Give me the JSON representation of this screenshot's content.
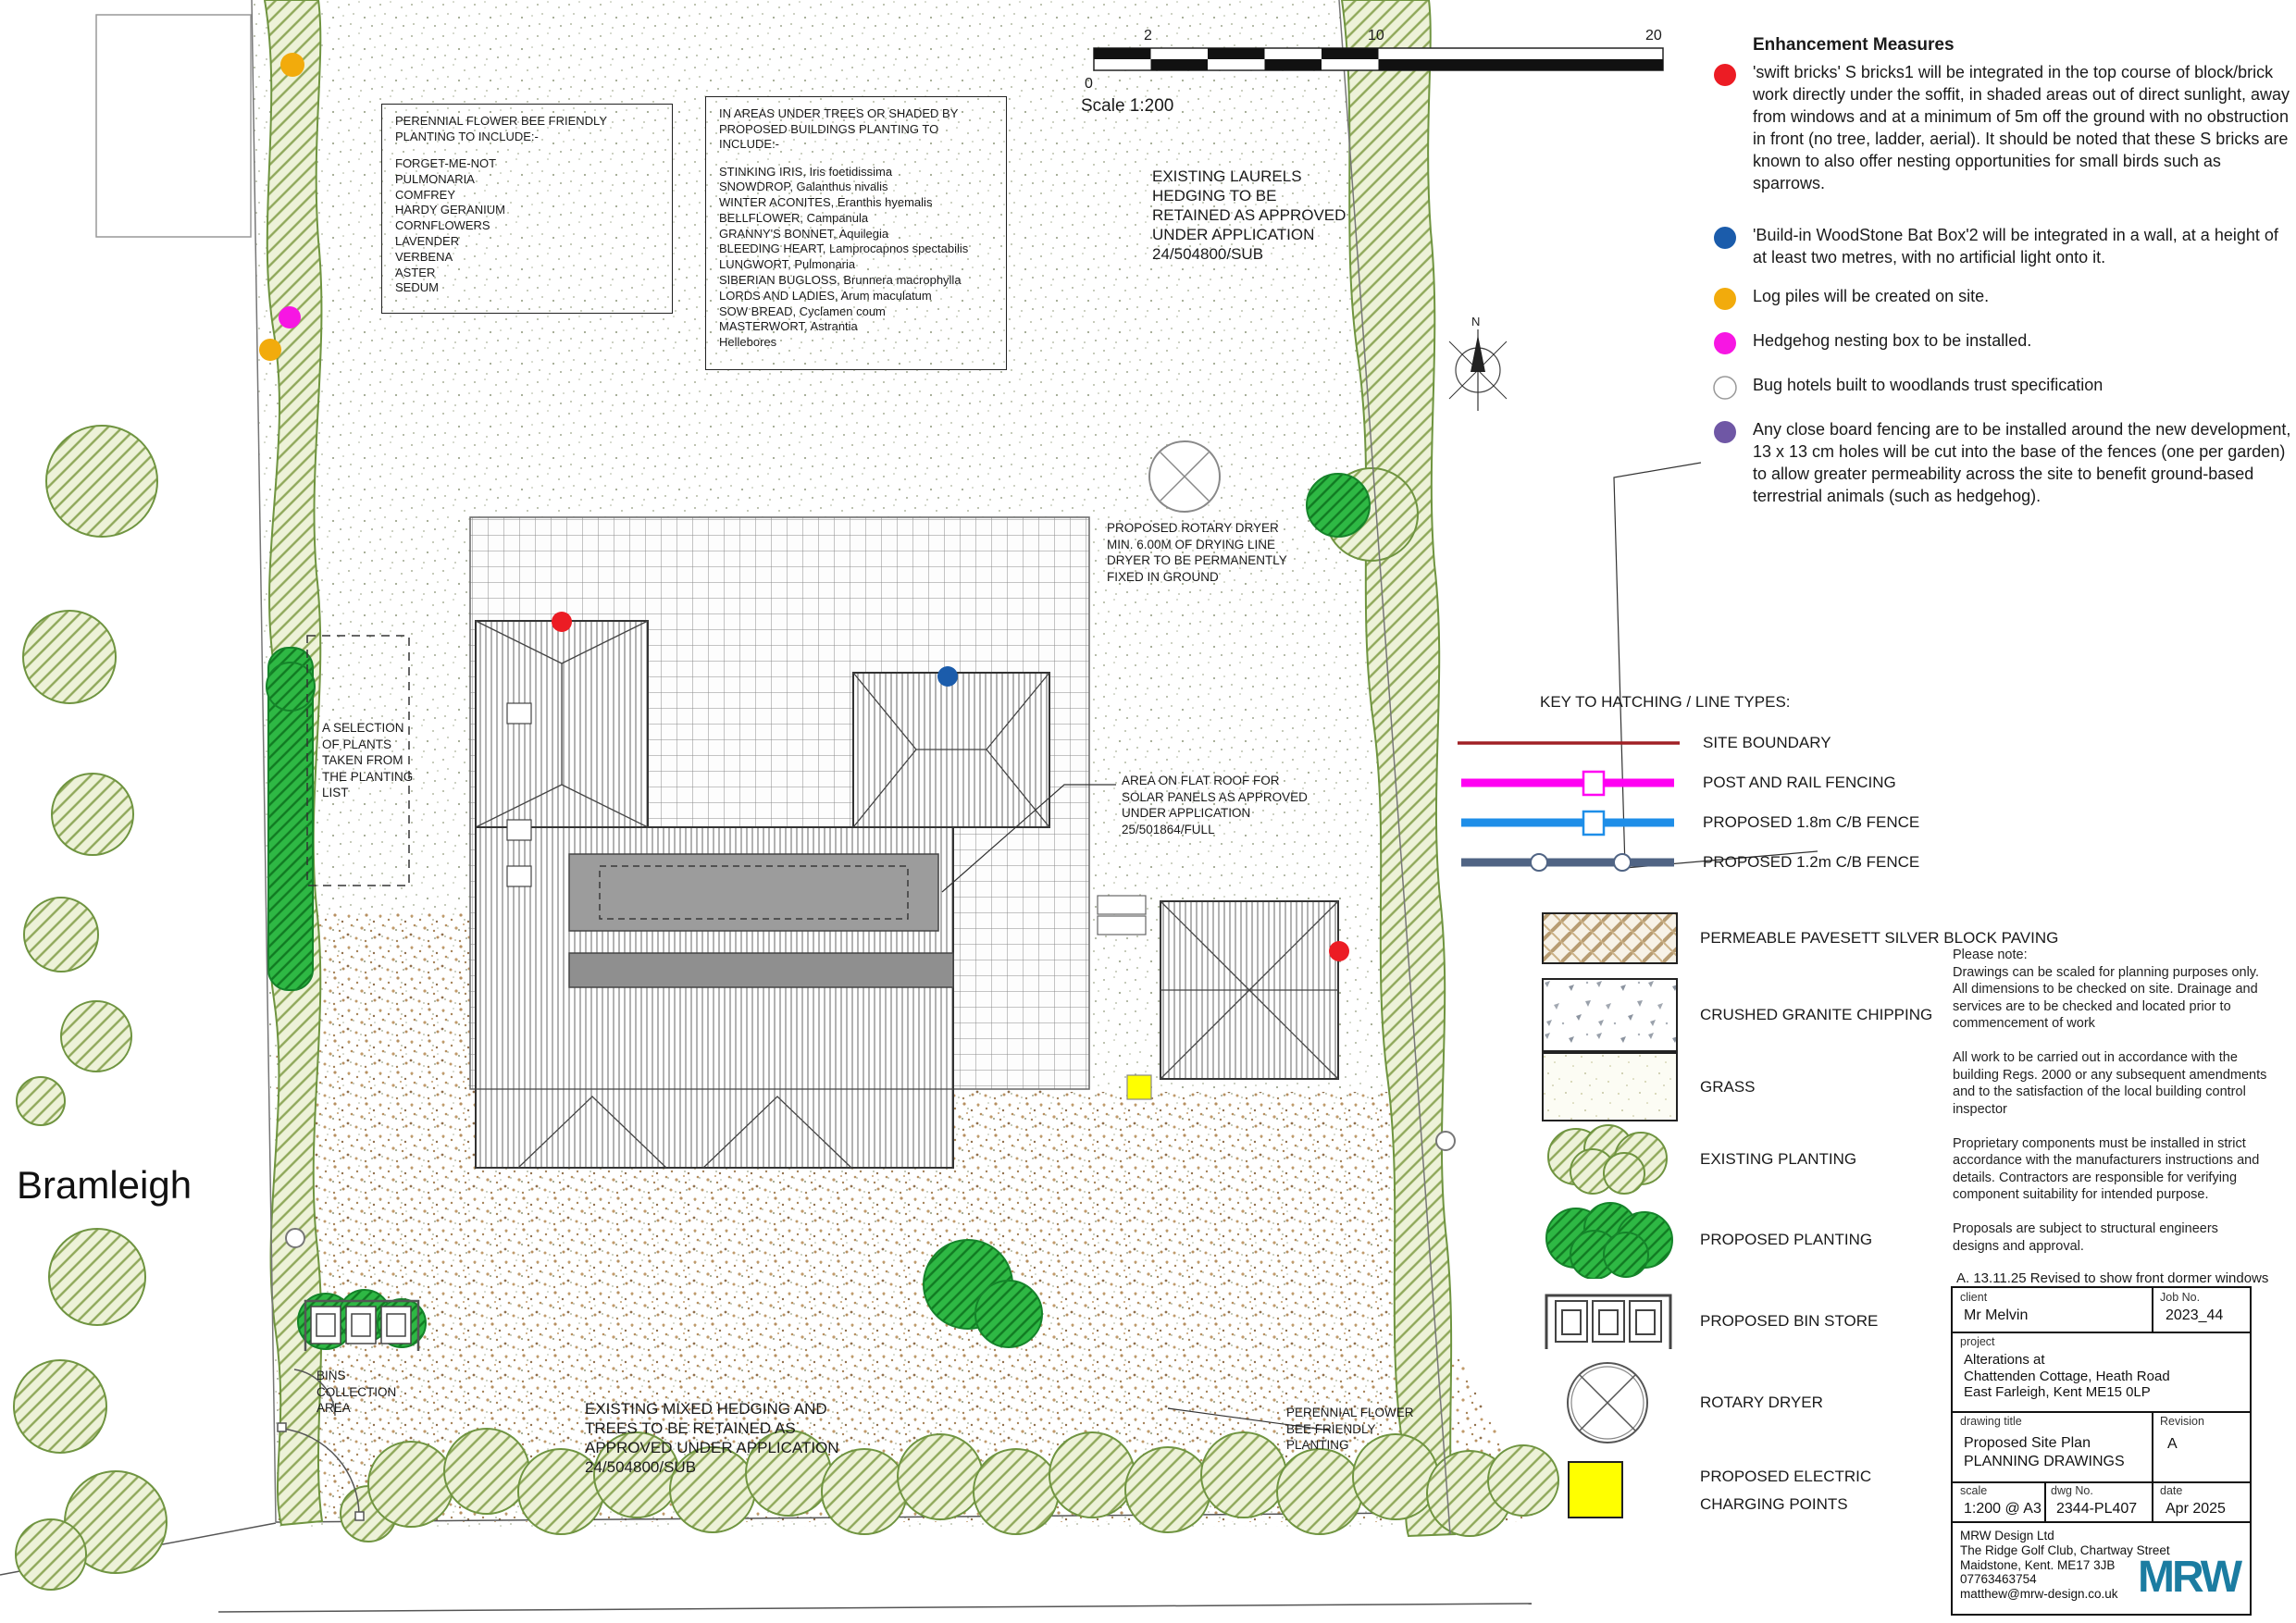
{
  "plan_labels": {
    "house_name": "Bramleigh",
    "north": "N",
    "existing_laurels": "EXISTING LAURELS\nHEDGING TO BE\nRETAINED AS APPROVED\nUNDER APPLICATION\n24/504800/SUB",
    "rotary_dryer": "PROPOSED ROTARY DRYER\nMIN. 6.00M OF DRYING LINE\nDRYER TO BE PERMANENTLY\nFIXED IN GROUND",
    "solar": "AREA ON FLAT ROOF FOR\nSOLAR PANELS AS APPROVED\nUNDER APPLICATION\n25/501864/FULL",
    "selection": "A SELECTION\nOF PLANTS\nTAKEN FROM\nTHE PLANTING\nLIST",
    "bins": "BINS\nCOLLECTION\nAREA",
    "existing_mixed": "EXISTING MIXED HEDGING AND\nTREES TO BE RETAINED AS\nAPPROVED UNDER APPLICATION\n24/504800/SUB",
    "perennial_bottom": "PERENNIAL FLOWER\nBEE FRIENDLY\nPLANTING"
  },
  "scale_bar": {
    "zero": "0",
    "two": "2",
    "ten": "10",
    "twenty": "20",
    "caption": "Scale 1:200"
  },
  "planting_box_perennial": {
    "title": "PERENNIAL FLOWER  BEE FRIENDLY\nPLANTING TO INCLUDE:-",
    "items": [
      "FORGET-ME-NOT",
      "PULMONARIA",
      "COMFREY",
      "HARDY GERANIUM",
      "CORNFLOWERS",
      "LAVENDER",
      "VERBENA",
      "ASTER",
      "SEDUM"
    ]
  },
  "planting_box_shade": {
    "title": "IN AREAS UNDER TREES OR SHADED BY\nPROPOSED BUILDINGS PLANTING TO INCLUDE:-",
    "items": [
      "STINKING IRIS, Iris foetidissima",
      "SNOWDROP, Galanthus nivalis",
      "WINTER ACONITES, Eranthis hyemalis",
      "BELLFLOWER, Campanula",
      "GRANNY'S BONNET, Aquilegia",
      "BLEEDING HEART, Lamprocapnos spectabilis",
      "LUNGWORT, Pulmonaria",
      "SIBERIAN BUGLOSS, Brunnera macrophylla",
      "LORDS AND LADIES, Arum maculatum",
      "SOW BREAD, Cyclamen coum",
      "MASTERWORT, Astrantia",
      "Hellebores"
    ]
  },
  "enhancement": {
    "title": "Enhancement Measures",
    "items": [
      {
        "color": "#ec1c24",
        "text": "'swift bricks' S bricks1 will be integrated in the top course of block/brick work directly under the soffit, in shaded areas out of direct sunlight, away from windows and at a minimum of 5m off the ground with no obstruction in front (no tree, ladder, aerial). It should be noted that these S bricks are known to also offer nesting opportunities for small birds such as sparrows."
      },
      {
        "color": "#1b5cab",
        "text": "'Build-in WoodStone Bat Box'2 will be integrated in a wall, at a height of at least two metres, with no artificial light onto it."
      },
      {
        "color": "#f2ab0c",
        "text": "Log piles will be created on site."
      },
      {
        "color": "#f716e3",
        "text": "Hedgehog nesting box to be installed."
      },
      {
        "color": "#ffffff",
        "text": "Bug hotels built to woodlands trust specification"
      },
      {
        "color": "#6f57a5",
        "text": "Any close board fencing are to be installed around the new development, 13 x 13 cm holes will be cut into the base of the fences (one per garden) to allow greater permeability across the site to benefit ground-based terrestrial animals (such as hedgehog)."
      }
    ]
  },
  "key": {
    "title": "KEY TO HATCHING / LINE TYPES:",
    "items": [
      {
        "label": "SITE BOUNDARY",
        "color": "#a02025"
      },
      {
        "label": "POST AND RAIL FENCING",
        "color": "#ff00f2"
      },
      {
        "label": "PROPOSED 1.8m C/B FENCE",
        "color": "#1e8ee8"
      },
      {
        "label": "PROPOSED 1.2m C/B FENCE",
        "color": "#506484"
      }
    ]
  },
  "legend": {
    "items": [
      {
        "label": "PERMEABLE PAVESETT SILVER BLOCK PAVING"
      },
      {
        "label": "CRUSHED GRANITE CHIPPING"
      },
      {
        "label": "GRASS"
      },
      {
        "label": "EXISTING PLANTING"
      },
      {
        "label": "PROPOSED PLANTING"
      },
      {
        "label": "PROPOSED BIN STORE"
      },
      {
        "label": "ROTARY DRYER"
      },
      {
        "label": "PROPOSED ELECTRIC\nCHARGING POINTS"
      }
    ]
  },
  "notes": {
    "text": "Please note:\nDrawings can be scaled for planning purposes only. All dimensions to be checked on site.  Drainage and services are to be checked and located prior to commencement of work\n\nAll work to be carried out in accordance with the building Regs. 2000 or any subsequent amendments and to the satisfaction of the local building control inspector\n\nProprietary components must be installed in strict accordance with the manufacturers instructions and details.   Contractors are responsible for verifying component suitability for intended purpose.\n\nProposals are subject to structural engineers designs and approval."
  },
  "revision_note": "A. 13.11.25 Revised to show front dormer windows",
  "title_block": {
    "client_label": "client",
    "client": "Mr Melvin",
    "job_label": "Job No.",
    "job": "2023_44",
    "project_label": "project",
    "project": "Alterations at\nChattenden Cottage, Heath Road\nEast Farleigh, Kent ME15 0LP",
    "drawing_title_label": "drawing title",
    "drawing_title": "Proposed Site Plan\nPLANNING DRAWINGS",
    "revision_label": "Revision",
    "revision": "A",
    "scale_label": "scale",
    "scale": "1:200 @ A3",
    "dwg_label": "dwg No.",
    "dwg": "2344-PL407",
    "date_label": "date",
    "date": "Apr 2025",
    "firm": "MRW Design Ltd\nThe Ridge Golf Club, Chartway Street\nMaidstone, Kent. ME17 3JB\n07763463754\nmatthew@mrw-design.co.uk",
    "logo": "MRW"
  },
  "markers": {
    "log_pile": "#f2ab0c",
    "hedgehog_box": "#f716e3",
    "swift_brick": "#ec1c24",
    "bat_box": "#1b5cab",
    "bug_hotel": "#ffffff",
    "electric": "#ffff00"
  },
  "colors": {
    "logo": "#1b7ca1",
    "proposed_green": "#2eb844",
    "existing_green": "#6f9440"
  }
}
